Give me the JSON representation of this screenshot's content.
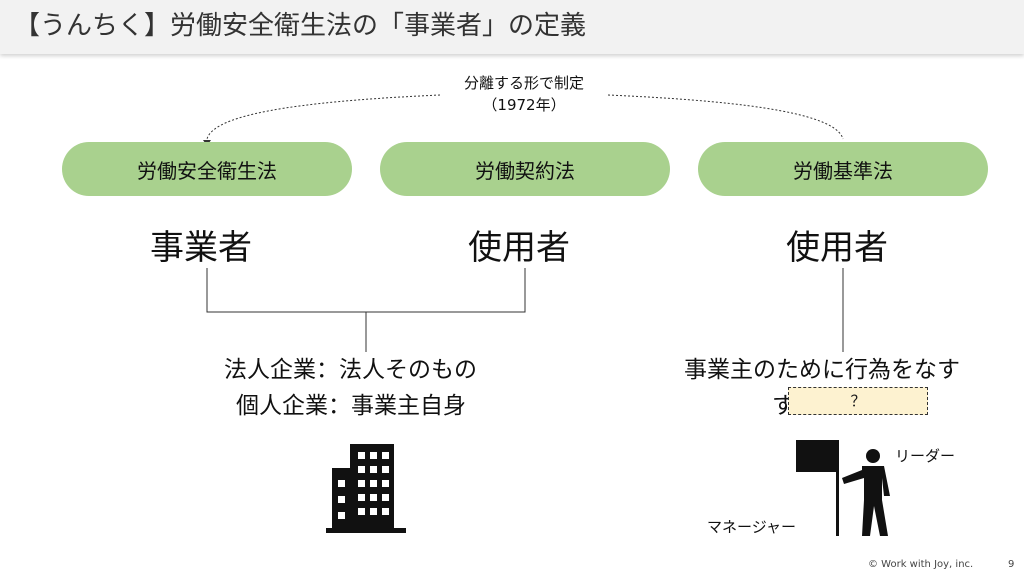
{
  "slide": {
    "title": "【うんちく】労働安全衛生法の「事業者」の定義",
    "separation_note": {
      "line1": "分離する形で制定",
      "line2": "（1972年）"
    },
    "laws": [
      {
        "name": "労働安全衛生法",
        "term": "事業者"
      },
      {
        "name": "労働契約法",
        "term": "使用者"
      },
      {
        "name": "労働基準法",
        "term": "使用者"
      }
    ],
    "business_definition": {
      "line1": "法人企業：法人そのもの",
      "line2": "個人企業：事業主自身"
    },
    "employer_definition": {
      "line1": "事業主のために行為をなす",
      "line2_partial": "す",
      "hidden_placeholder": "？"
    },
    "labels": {
      "leader": "リーダー",
      "manager": "マネージャー"
    },
    "footer": {
      "copyright": "© Work with Joy, inc.",
      "page_number": "9"
    },
    "colors": {
      "pill_fill": "#a9d18e",
      "placeholder_fill": "#fdf2d0"
    }
  }
}
